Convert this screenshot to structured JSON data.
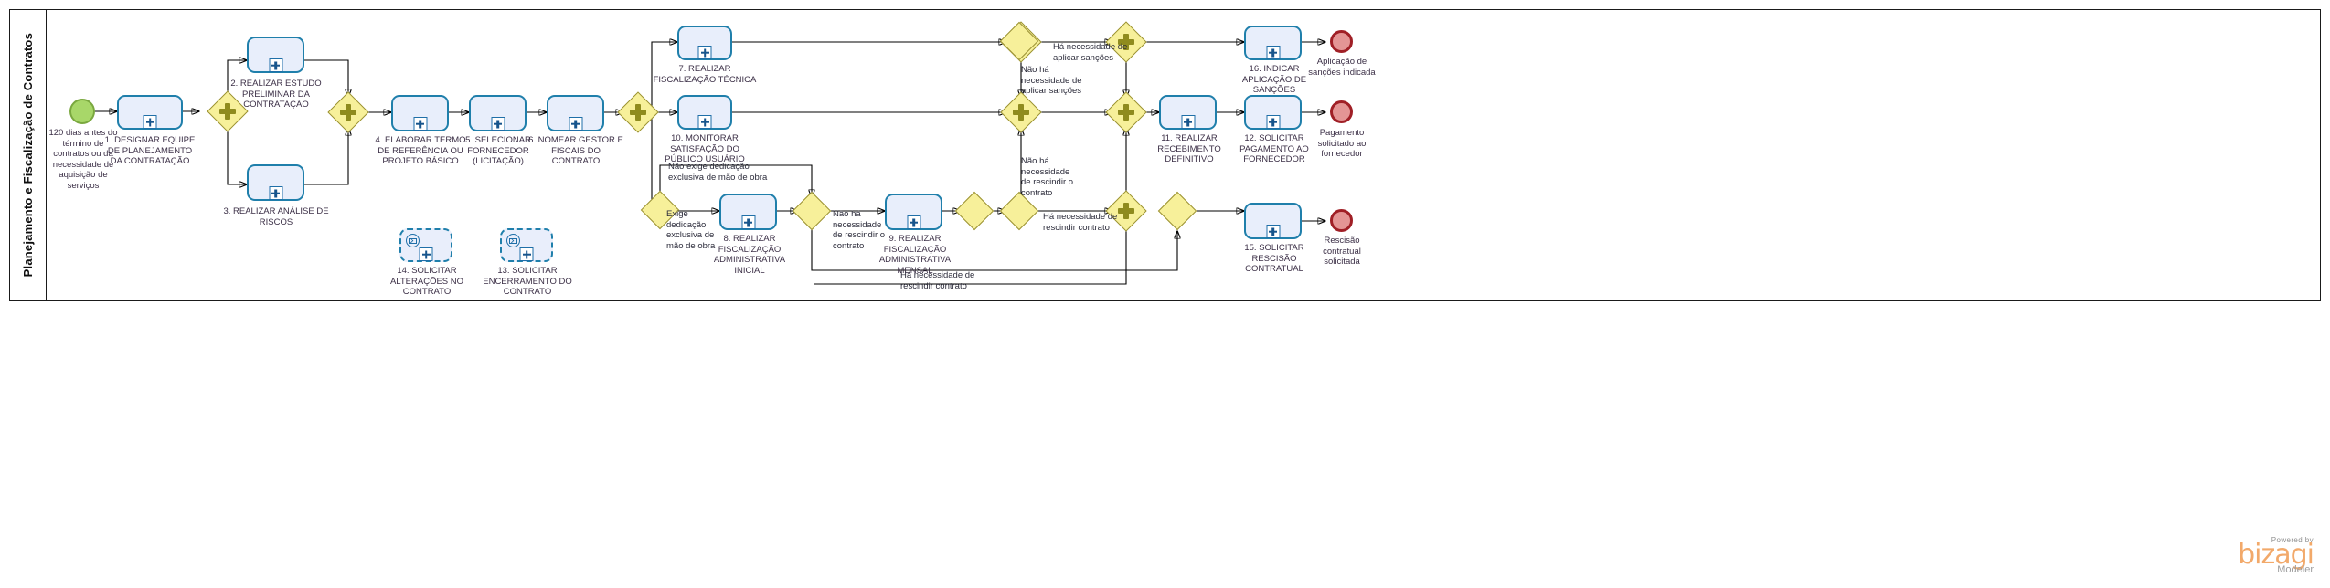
{
  "diagram": {
    "type": "BPMN process diagram",
    "pool": {
      "title": "Planejamento e Fiscalização de Contratos"
    }
  },
  "events": {
    "start": {
      "name": "start-event",
      "label": "120 dias antes do término de contratos ou da necessidade de aquisição de serviços"
    },
    "end_sancoes": {
      "name": "end-event-sancoes",
      "label": "Aplicação de sanções indicada"
    },
    "end_pagamento": {
      "name": "end-event-pagamento",
      "label": "Pagamento solicitado ao fornecedor"
    },
    "end_rescisao": {
      "name": "end-event-rescisao",
      "label": "Rescisão contratual solicitada"
    }
  },
  "tasks": [
    {
      "id": "t1",
      "label": "1. DESIGNAR EQUIPE DE PLANEJAMENTO DA CONTRATAÇÃO"
    },
    {
      "id": "t2",
      "label": "2. REALIZAR ESTUDO PRELIMINAR DA CONTRATAÇÃO"
    },
    {
      "id": "t3",
      "label": "3. REALIZAR ANÁLISE DE RISCOS"
    },
    {
      "id": "t4",
      "label": "4. ELABORAR TERMO DE REFERÊNCIA OU PROJETO BÁSICO"
    },
    {
      "id": "t5",
      "label": "5. SELECIONAR FORNECEDOR (LICITAÇÃO)"
    },
    {
      "id": "t6",
      "label": "6. NOMEAR GESTOR E FISCAIS DO CONTRATO"
    },
    {
      "id": "t7",
      "label": "7. REALIZAR FISCALIZAÇÃO TÉCNICA"
    },
    {
      "id": "t10",
      "label": "10. MONITORAR SATISFAÇÃO DO PÚBLICO USUÁRIO"
    },
    {
      "id": "t8",
      "label": "8. REALIZAR FISCALIZAÇÃO ADMINISTRATIVA INICIAL"
    },
    {
      "id": "t9",
      "label": "9. REALIZAR FISCALIZAÇÃO ADMINISTRATIVA MENSAL"
    },
    {
      "id": "t14",
      "label": "14. SOLICITAR ALTERAÇÕES NO CONTRATO"
    },
    {
      "id": "t13",
      "label": "13. SOLICITAR ENCERRAMENTO DO CONTRATO"
    },
    {
      "id": "t16",
      "label": "16. INDICAR APLICAÇÃO DE SANÇÕES"
    },
    {
      "id": "t11",
      "label": "11. REALIZAR RECEBIMENTO DEFINITIVO"
    },
    {
      "id": "t12",
      "label": "12. SOLICITAR PAGAMENTO AO FORNECEDOR"
    },
    {
      "id": "t15",
      "label": "15. SOLICITAR RESCISÃO CONTRATUAL"
    }
  ],
  "flow_labels": {
    "nao_exige_dedicacao": "Não exige dedicação exclusiva de mão de obra",
    "exige_dedicacao": "Exige dedicação exclusiva de mão de obra",
    "nao_ha_rescindir_1": "Não há necessidade de rescindir o contrato",
    "ha_rescindir_bottom": "Há necessidade de rescindir contrato",
    "ha_aplicar_sancoes": "Há necessidade de aplicar sanções",
    "nao_ha_aplicar_sancoes": "Não há necessidade de aplicar sanções",
    "nao_ha_rescindir_2": "Não há necessidade de rescindir o contrato",
    "ha_rescindir_mid": "Há necessidade de rescindir contrato"
  },
  "icons": {
    "subprocess_marker": "plus-collapsed-subprocess-icon",
    "message_event": "message-event-icon",
    "parallel_gateway": "parallel-gateway-plus-icon",
    "exclusive_gateway": "exclusive-gateway-icon"
  },
  "branding": {
    "powered_by": "Powered by",
    "product": "bizagi",
    "edition": "Modeler"
  },
  "colors": {
    "task_fill": "#e8eefb",
    "task_stroke": "#1f7fab",
    "gateway_fill": "#f7f09a",
    "gateway_stroke": "#9a9133",
    "start_fill": "#a8d769",
    "end_fill": "#e49595",
    "end_stroke": "#a01f26",
    "brand_orange": "#f2a96a"
  }
}
